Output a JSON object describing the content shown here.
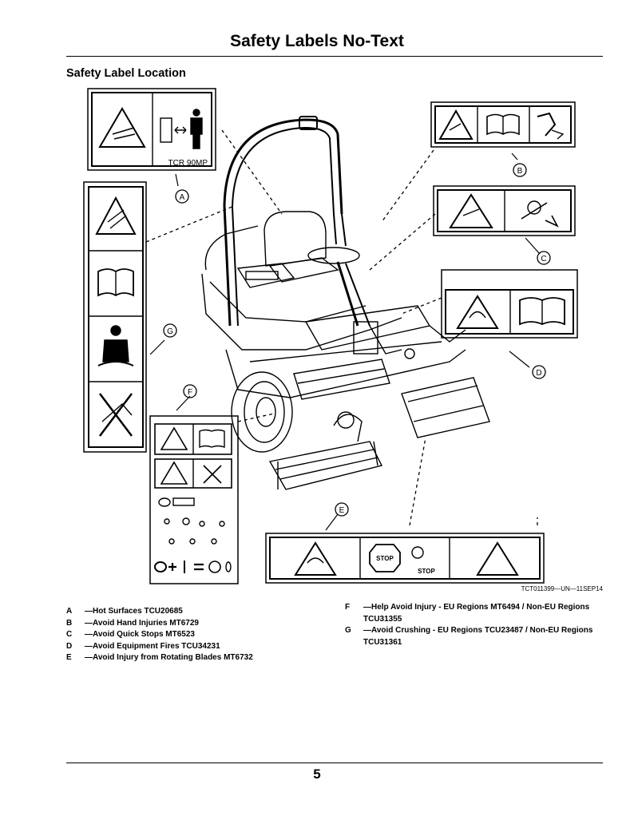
{
  "page_title": "Safety Labels No-Text",
  "section_title": "Safety Label Location",
  "figure_id": "TCT011399—UN—11SEP14",
  "callouts": [
    "A",
    "B",
    "C",
    "D",
    "E",
    "F",
    "G"
  ],
  "label_marks": {
    "a_label_code": "TCR 90MP",
    "stop": "STOP"
  },
  "legend_left": [
    {
      "letter": "A",
      "text": "—Hot Surfaces TCU20685"
    },
    {
      "letter": "B",
      "text": "—Avoid Hand Injuries MT6729"
    },
    {
      "letter": "C",
      "text": "—Avoid Quick Stops MT6523"
    },
    {
      "letter": "D",
      "text": "—Avoid Equipment Fires TCU34231"
    },
    {
      "letter": "E",
      "text": "—Avoid Injury from Rotating Blades MT6732"
    }
  ],
  "legend_right": [
    {
      "letter": "F",
      "text": "—Help Avoid Injury - EU Regions MT6494 / Non-EU Regions TCU31355"
    },
    {
      "letter": "G",
      "text": "—Avoid Crushing - EU Regions TCU23487 / Non-EU Regions TCU31361"
    }
  ],
  "page_number": "5"
}
